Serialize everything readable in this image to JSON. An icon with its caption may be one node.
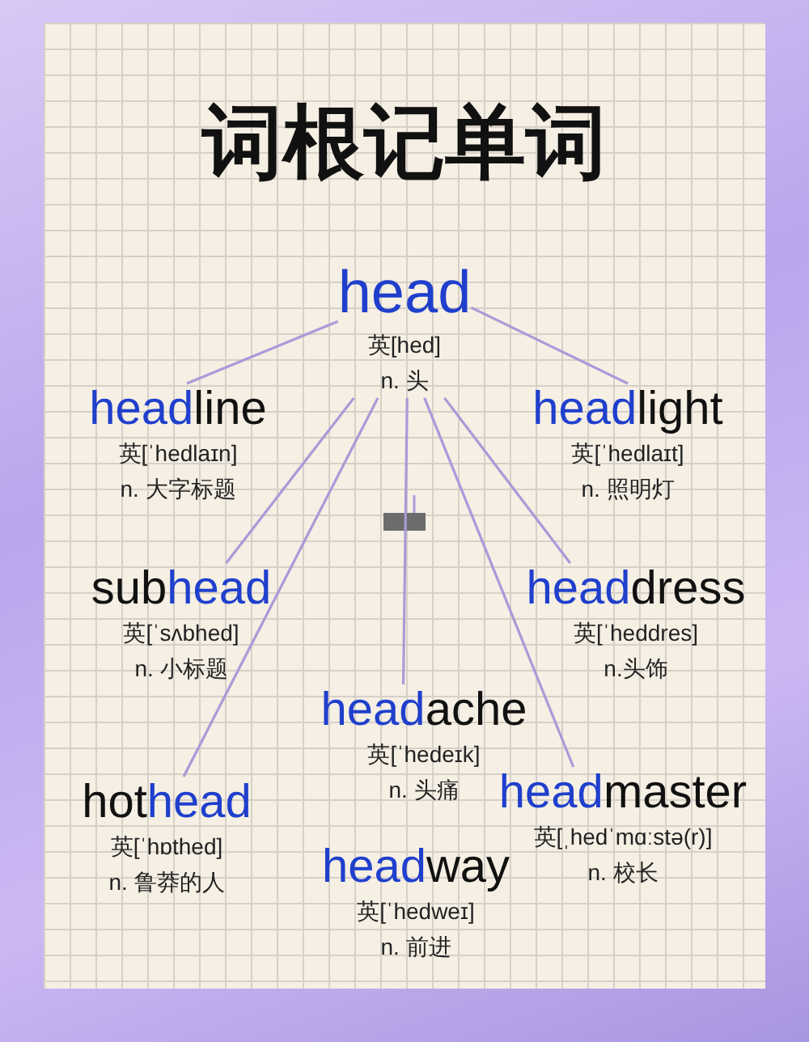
{
  "diagram": {
    "title": "词根记单词",
    "nodes": [
      {
        "text": [
          "**head**",
          "英[hed]",
          "n. 头"
        ]
      },
      {
        "text": [
          "**head**line",
          "英[ˈhedlaɪn]",
          "n. 大字标题"
        ]
      },
      {
        "text": [
          "**head**light",
          "英[ˈhedlaɪt]",
          "n. 照明灯"
        ]
      },
      {
        "text": [
          "sub**head**",
          "英[ˈsʌbhed]",
          "n. 小标题"
        ]
      },
      {
        "text": [
          "**head**dress",
          "英[ˈheddres]",
          "n.头饰"
        ]
      },
      {
        "text": [
          "**head**ache",
          "英[ˈhedeɪk]",
          "n. 头痛"
        ]
      },
      {
        "text": [
          "hot**head**",
          "英[ˈhɒthed]",
          "n. 鲁莽的人"
        ]
      },
      {
        "text": [
          "**head**master",
          "英[ˌhedˈmɑːstə(r)]",
          "n. 校长"
        ]
      },
      {
        "text": [
          "**head**way",
          "英[ˈhedweɪ]",
          "n. 前进"
        ]
      }
    ],
    "edges": [
      {
        "from": 0,
        "to": 1,
        "arrow": "none"
      },
      {
        "from": 0,
        "to": 2,
        "arrow": "none"
      },
      {
        "from": 0,
        "to": 3,
        "arrow": "none"
      },
      {
        "from": 0,
        "to": 6,
        "arrow": "none"
      },
      {
        "from": 0,
        "to": 5,
        "arrow": "none"
      },
      {
        "from": 0,
        "to": 7,
        "arrow": "none"
      },
      {
        "from": 0,
        "to": 4,
        "arrow": "none"
      }
    ]
  }
}
